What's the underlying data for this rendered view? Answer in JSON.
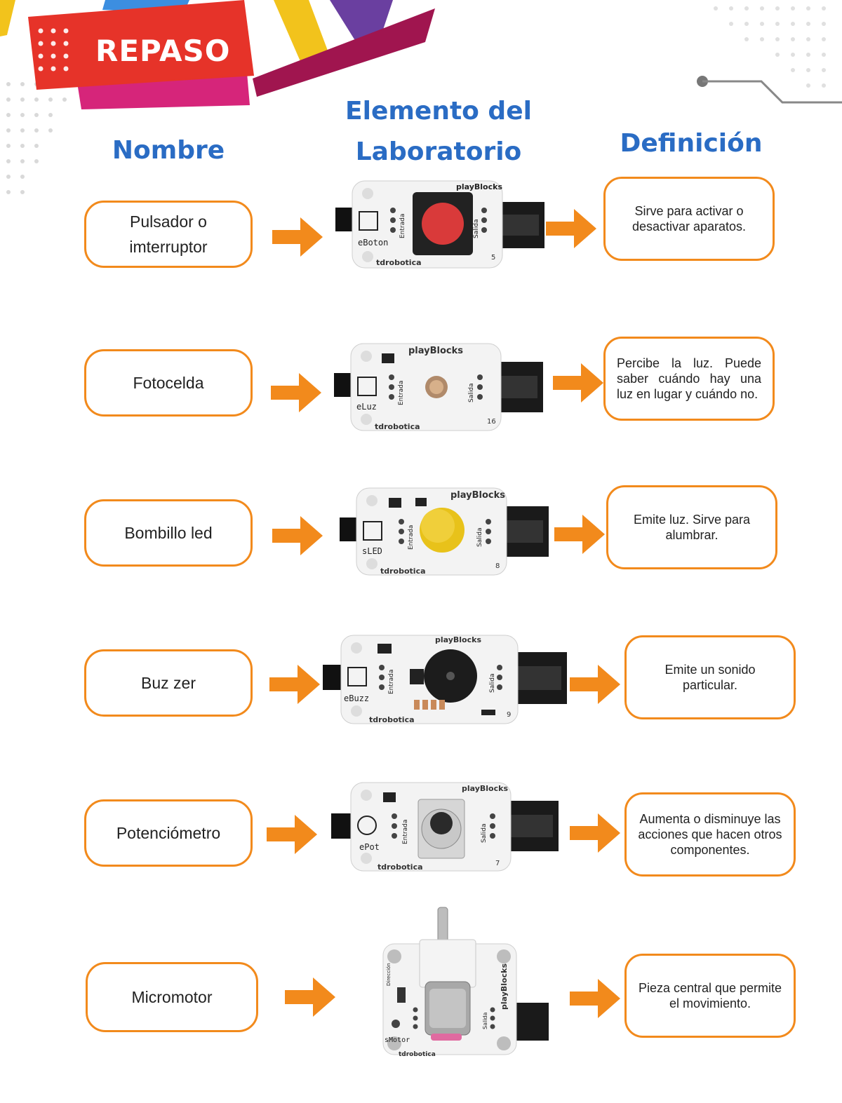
{
  "banner": {
    "title": "REPASO"
  },
  "headers": {
    "name": "Nombre",
    "element_line1": "Elemento del",
    "element_line2": "Laboratorio",
    "definition": "Definición"
  },
  "rows": [
    {
      "name_line1": "Pulsador o",
      "name_line2": "imterruptor",
      "module": {
        "title": "playBlocks",
        "label": "eBoton",
        "brand": "tdrobotica",
        "number": "5",
        "in": "Entrada",
        "out": "Salida"
      },
      "definition": "Sirve para activar o desactivar aparatos."
    },
    {
      "name_line1": "Fotocelda",
      "module": {
        "title": "playBlocks",
        "label": "eLuz",
        "brand": "tdrobotica",
        "number": "16",
        "in": "Entrada",
        "out": "Salida"
      },
      "definition": "Percibe la luz. Puede saber cuándo hay una luz en lugar y cuándo no."
    },
    {
      "name_line1": "Bombillo led",
      "module": {
        "title": "playBlocks",
        "label": "sLED",
        "brand": "tdrobotica",
        "number": "8",
        "in": "Entrada",
        "out": "Salida"
      },
      "definition": "Emite luz. Sirve para alumbrar."
    },
    {
      "name_line1": "Buz zer",
      "module": {
        "title": "playBlocks",
        "label": "eBuzz",
        "brand": "tdrobotica",
        "number": "9",
        "in": "Entrada",
        "out": "Salida"
      },
      "definition": "Emite un sonido particular."
    },
    {
      "name_line1": "Potenciómetro",
      "module": {
        "title": "playBlocks",
        "label": "ePot",
        "brand": "tdrobotica",
        "number": "7",
        "in": "Entrada",
        "out": "Salida"
      },
      "definition": "Aumenta o disminuye las acciones que hacen otros componentes."
    },
    {
      "name_line1": "Micromotor",
      "module": {
        "title": "playBlocks",
        "label": "sMotor",
        "brand": "tdrobotica",
        "in": "Dirección",
        "out": "Salida"
      },
      "definition": "Pieza central que permite el movimiento."
    }
  ],
  "colors": {
    "orange": "#f28a1c",
    "blue": "#2a6cc4",
    "red": "#e63329",
    "magenta": "#d6257a",
    "yellow": "#f2c31c",
    "purple": "#6a3fa0",
    "maroon": "#a0154f"
  }
}
